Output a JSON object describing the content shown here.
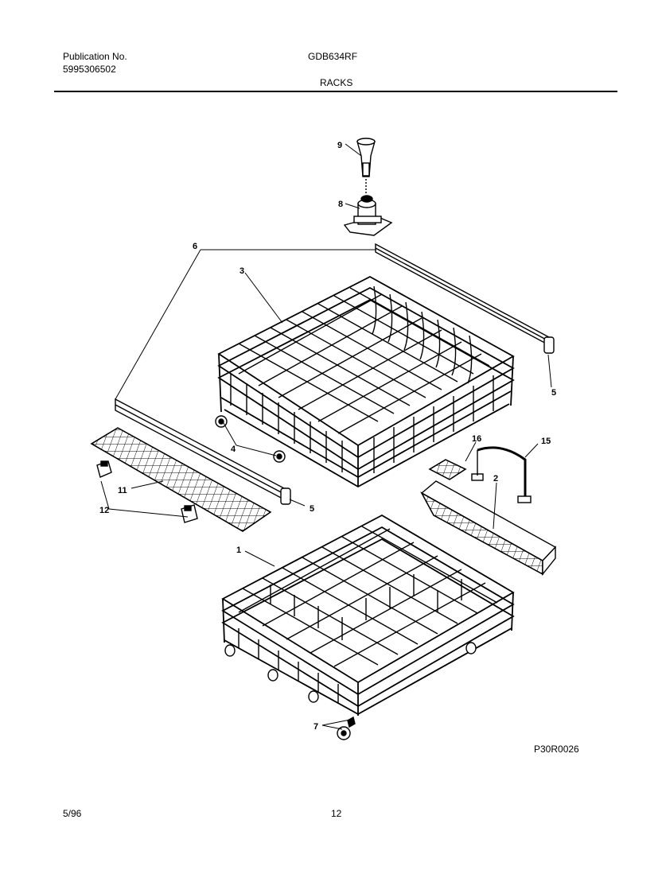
{
  "header": {
    "publication_label": "Publication No.",
    "publication_number": "5995306502",
    "model": "GDB634RF",
    "section_title": "RACKS"
  },
  "footer": {
    "date": "5/96",
    "page_number": "12",
    "figure_code": "P30R0026"
  },
  "callouts": {
    "c1": "1",
    "c2": "2",
    "c3": "3",
    "c4": "4",
    "c5a": "5",
    "c5b": "5",
    "c6": "6",
    "c7": "7",
    "c8": "8",
    "c9": "9",
    "c11": "11",
    "c12": "12",
    "c15": "15",
    "c16": "16"
  }
}
